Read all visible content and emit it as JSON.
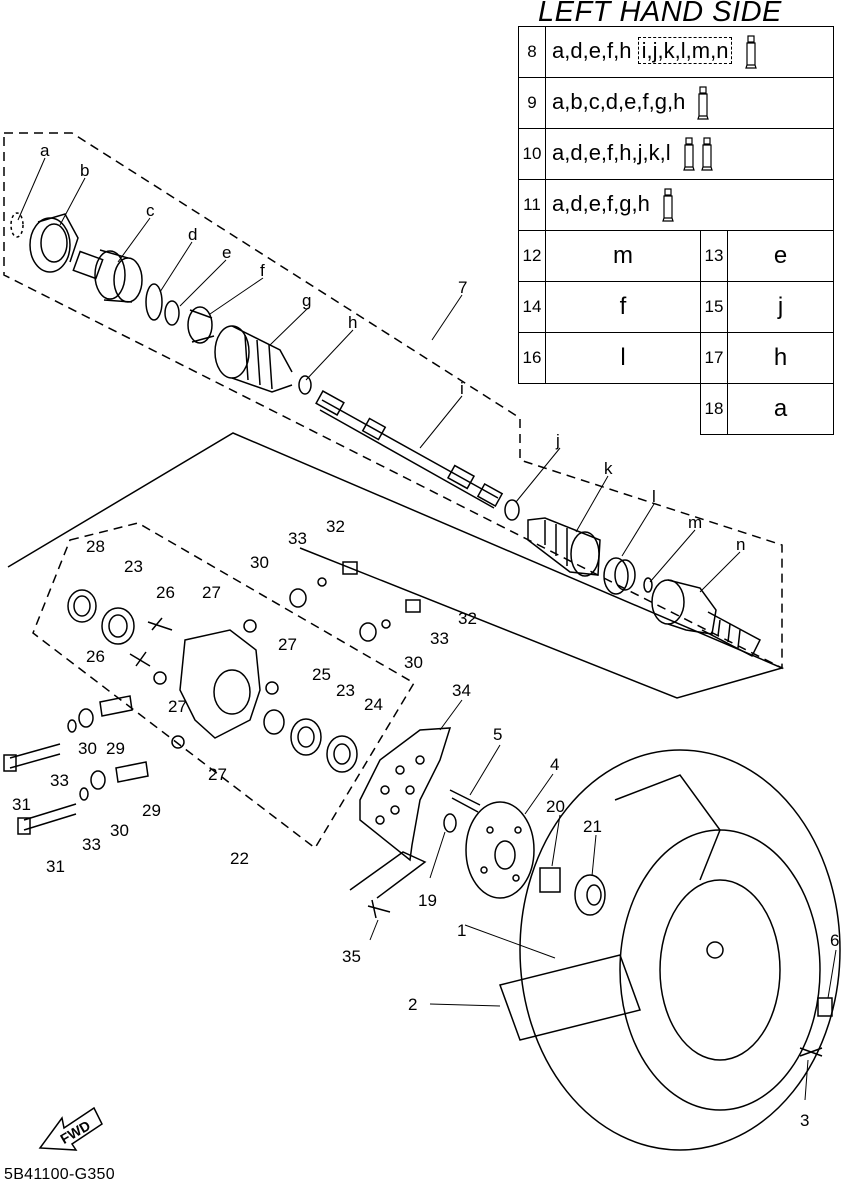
{
  "title": "LEFT HAND SIDE",
  "footer_code": "5B41100-G350",
  "fwd_label": "FWD",
  "table": {
    "rows_full": [
      {
        "num": "8",
        "items": "a,d,e,f,h",
        "boxed": "i,j,k,l,m,n",
        "tubes": 1
      },
      {
        "num": "9",
        "items": "a,b,c,d,e,f,g,h",
        "boxed": "",
        "tubes": 1
      },
      {
        "num": "10",
        "items": "a,d,e,f,h,j,k,l",
        "boxed": "",
        "tubes": 2
      },
      {
        "num": "11",
        "items": "a,d,e,f,g,h",
        "boxed": "",
        "tubes": 1
      }
    ],
    "rows_split": [
      {
        "num_a": "12",
        "val_a": "m",
        "num_b": "13",
        "val_b": "e"
      },
      {
        "num_a": "14",
        "val_a": "f",
        "num_b": "15",
        "val_b": "j"
      },
      {
        "num_a": "16",
        "val_a": "l",
        "num_b": "17",
        "val_b": "h"
      }
    ],
    "row_last": {
      "num": "18",
      "val": "a"
    }
  },
  "callouts": {
    "a": "a",
    "b": "b",
    "c": "c",
    "d": "d",
    "e": "e",
    "f": "f",
    "g": "g",
    "h": "h",
    "i": "i",
    "j": "j",
    "k": "k",
    "l": "l",
    "m": "m",
    "n": "n",
    "n1": "1",
    "n2": "2",
    "n3": "3",
    "n4": "4",
    "n5": "5",
    "n6": "6",
    "n7": "7",
    "n19": "19",
    "n20": "20",
    "n21": "21",
    "n22": "22",
    "n23": "23",
    "n24": "24",
    "n25": "25",
    "n26": "26",
    "n27": "27",
    "n28": "28",
    "n29": "29",
    "n30": "30",
    "n31": "31",
    "n32": "32",
    "n33": "33",
    "n34": "34",
    "n35": "35"
  }
}
